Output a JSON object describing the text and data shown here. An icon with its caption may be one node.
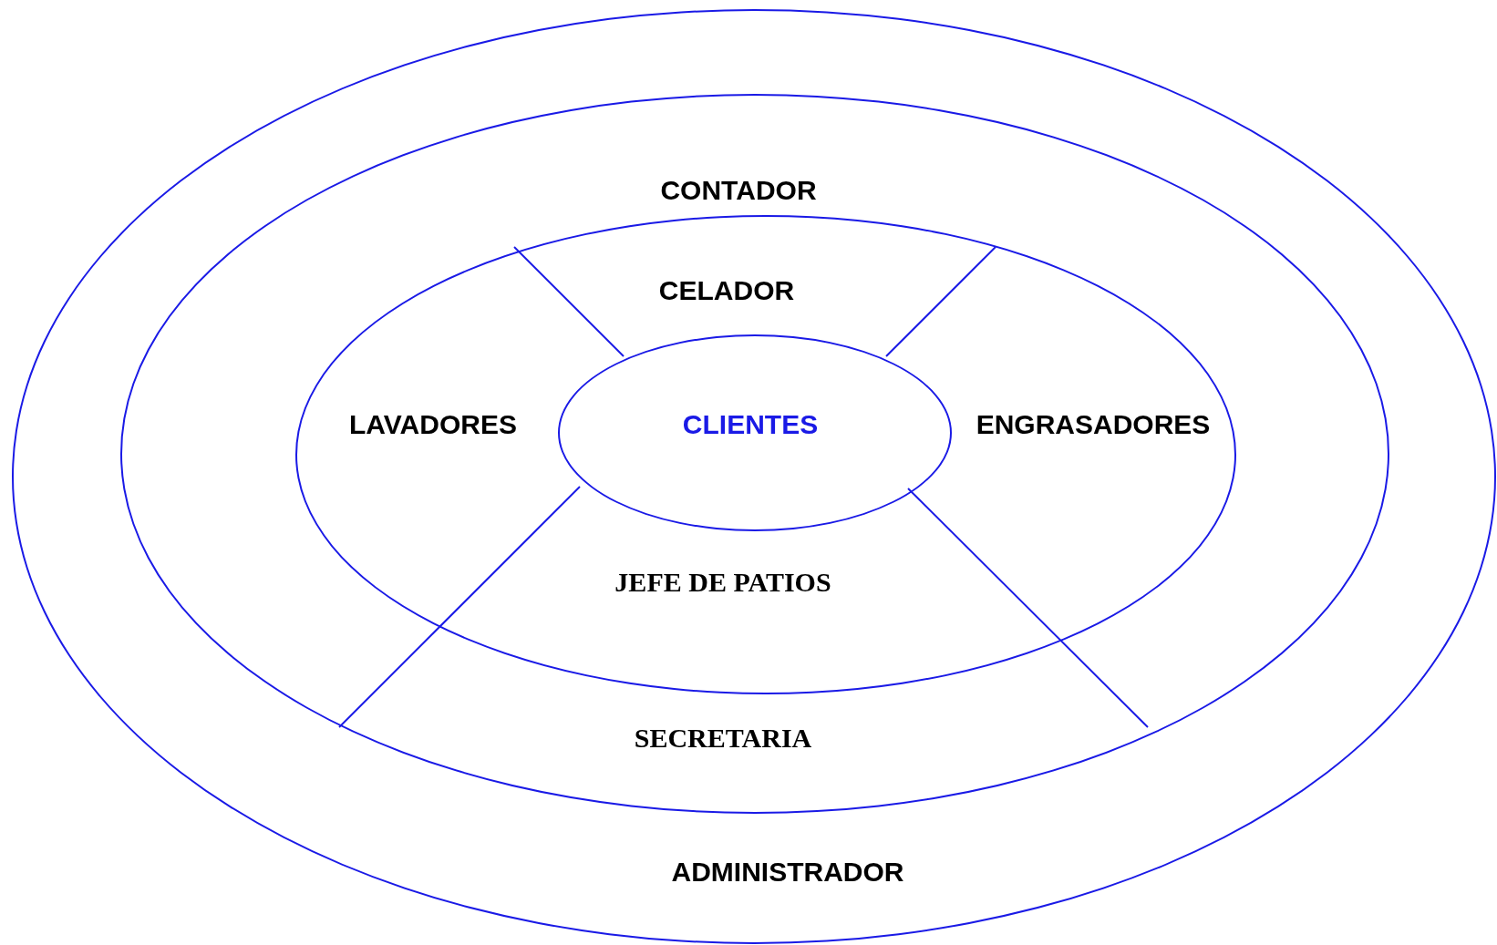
{
  "diagram": {
    "nodes": [
      {
        "text": [
          "ADMINISTRADOR"
        ]
      },
      {
        "text": [
          "CONTADOR",
          "SECRETARIA"
        ],
        "in": 0
      },
      {
        "text": [
          "CELADOR",
          "LAVADORES",
          "ENGRASADORES",
          "JEFE DE PATIOS"
        ],
        "in": 1
      },
      {
        "text": [
          "CLIENTES"
        ],
        "in": 2
      }
    ]
  }
}
